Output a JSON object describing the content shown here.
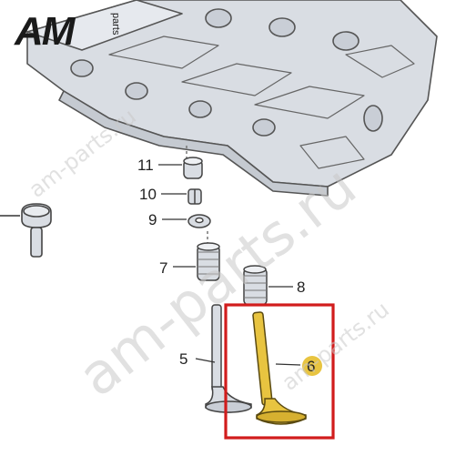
{
  "logo": {
    "brand": "AM",
    "suffix": "parts"
  },
  "watermarks": {
    "big": "am-parts.ru",
    "small_top": "am-parts.ru",
    "small_mid": "am-parts.ru"
  },
  "callouts": [
    {
      "id": "11",
      "label": "11"
    },
    {
      "id": "10",
      "label": "10"
    },
    {
      "id": "9",
      "label": "9"
    },
    {
      "id": "7",
      "label": "7"
    },
    {
      "id": "8",
      "label": "8"
    },
    {
      "id": "5",
      "label": "5"
    },
    {
      "id": "6",
      "label": "6"
    }
  ],
  "colors": {
    "part_fill": "#d9dde3",
    "part_stroke": "#4a4a4a",
    "highlight_fill": "#e8c440",
    "selection_box": "#d11c1c"
  }
}
